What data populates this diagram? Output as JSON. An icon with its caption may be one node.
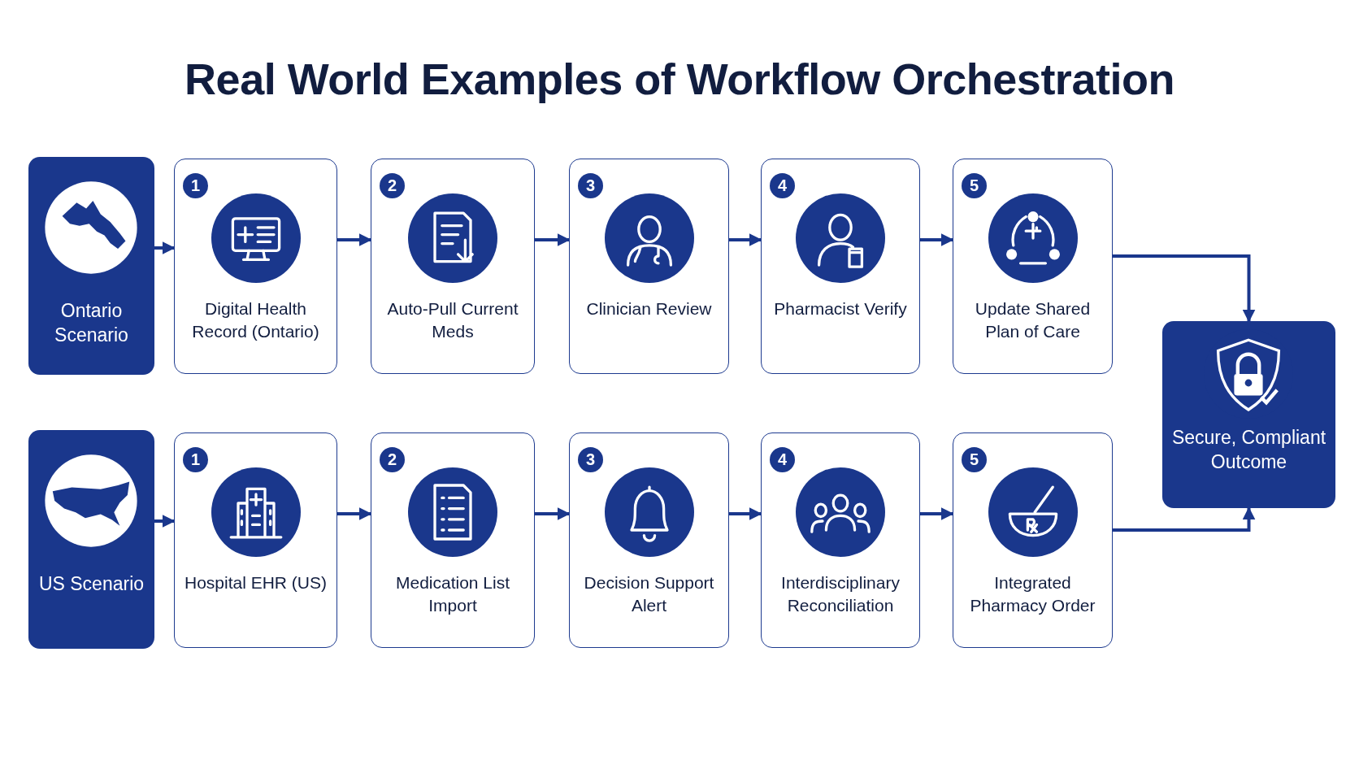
{
  "diagram": {
    "title": "Real World Examples of Workflow Orchestration",
    "nodes": [
      {
        "text": [
          "Ontario Scenario"
        ]
      },
      {
        "text": [
          "1",
          "Digital Health Record (Ontario)"
        ]
      },
      {
        "text": [
          "2",
          "Auto-Pull Current Meds"
        ]
      },
      {
        "text": [
          "3",
          "Clinician Review"
        ]
      },
      {
        "text": [
          "4",
          "Pharmacist Verify"
        ]
      },
      {
        "text": [
          "5",
          "Update Shared Plan of Care"
        ]
      },
      {
        "text": [
          "US Scenario"
        ]
      },
      {
        "text": [
          "1",
          "Hospital EHR (US)"
        ]
      },
      {
        "text": [
          "2",
          "Medication List Import"
        ]
      },
      {
        "text": [
          "3",
          "Decision Support Alert"
        ]
      },
      {
        "text": [
          "4",
          "Interdisciplinary Reconciliation"
        ]
      },
      {
        "text": [
          "5",
          "Integrated Pharmacy Order"
        ]
      },
      {
        "text": [
          "Secure, Compliant Outcome"
        ]
      }
    ],
    "edges": [
      {
        "from": 0,
        "to": 1,
        "arrow": "to"
      },
      {
        "from": 1,
        "to": 2,
        "arrow": "to"
      },
      {
        "from": 2,
        "to": 3,
        "arrow": "to"
      },
      {
        "from": 3,
        "to": 4,
        "arrow": "to"
      },
      {
        "from": 4,
        "to": 5,
        "arrow": "to"
      },
      {
        "from": 5,
        "to": 12,
        "arrow": "to"
      },
      {
        "from": 6,
        "to": 7,
        "arrow": "to"
      },
      {
        "from": 7,
        "to": 8,
        "arrow": "to"
      },
      {
        "from": 8,
        "to": 9,
        "arrow": "to"
      },
      {
        "from": 9,
        "to": 10,
        "arrow": "to"
      },
      {
        "from": 10,
        "to": 11,
        "arrow": "to"
      },
      {
        "from": 11,
        "to": 12,
        "arrow": "to"
      }
    ]
  }
}
